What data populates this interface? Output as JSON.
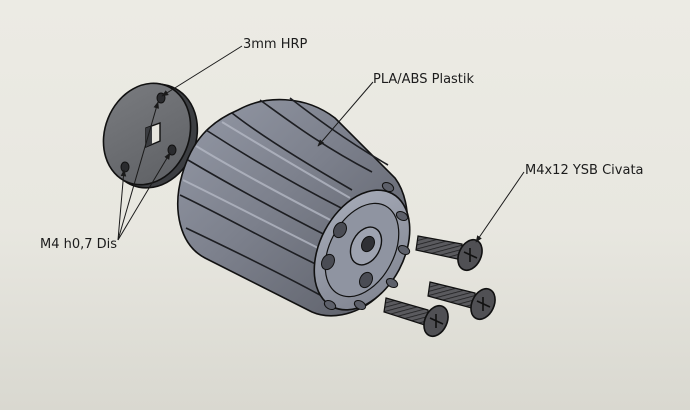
{
  "labels": {
    "hrp_plate": "3mm HRP",
    "knob_body": "PLA/ABS Plastik",
    "screws": "M4x12 YSB Civata",
    "holes": "M4 h0,7 Dis"
  },
  "colors": {
    "background_top": "#ecebe4",
    "background_bottom": "#d9d8d0",
    "part_dark": "#585b63",
    "part_mid": "#7a7e8a",
    "part_light": "#a2a7b4",
    "plate_face": "#6c6e72",
    "screw": "#4e4e52",
    "outline": "#111111"
  }
}
